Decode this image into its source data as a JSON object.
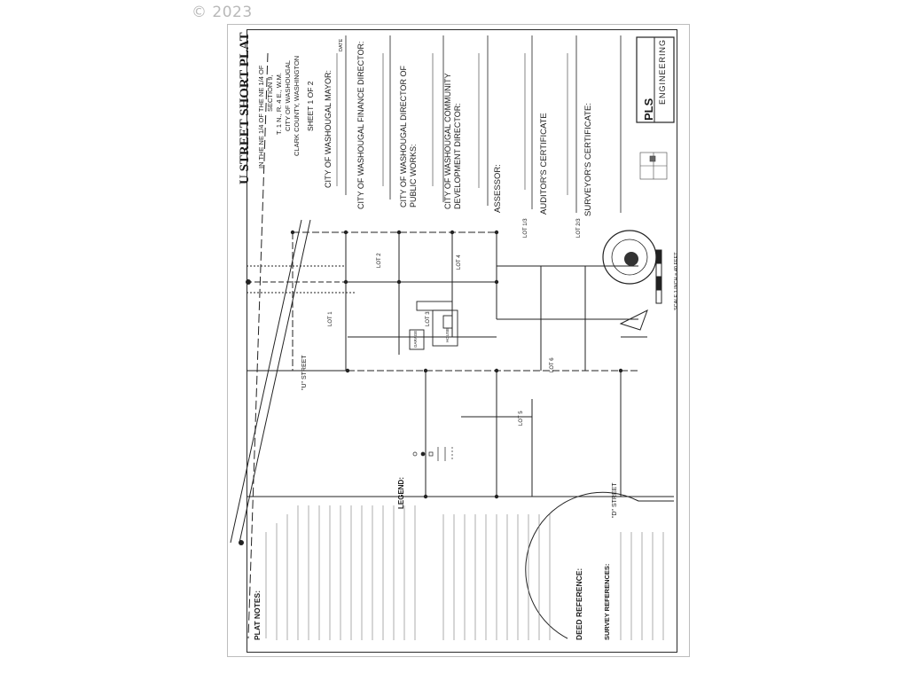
{
  "copyright": "© 2023",
  "title_block": {
    "title": "U STREET SHORT PLAT",
    "line1": "IN THE NE 1/4 OF THE NE 1/4 OF",
    "line2": "SECTION 9,",
    "line3": "T. 1 N., R. 4 E., W.M.",
    "line4": "CITY OF WASHOUGAL",
    "line5": "CLARK COUNTY, WASHINGTON",
    "line6": "SHEET 1 OF 2"
  },
  "approvals": {
    "mayor": "CITY OF WASHOUGAL MAYOR:",
    "finance": "CITY OF WASHOUGAL FINANCE DIRECTOR:",
    "public_works_a": "CITY OF WASHOUGAL DIRECTOR OF",
    "public_works_b": "PUBLIC WORKS:",
    "community_a": "CITY OF WASHOUGAL COMMUNITY",
    "community_b": "DEVELOPMENT DIRECTOR:",
    "assessor": "ASSESSOR:",
    "auditor": "AUDITOR'S CERTIFICATE",
    "surveyor": "SURVEYOR'S CERTIFICATE:",
    "date": "DATE"
  },
  "firm": {
    "pls": "PLS",
    "engineering": "ENGINEERING"
  },
  "plan": {
    "u_street": "\"U\" STREET",
    "d_street": "\"D\" STREET",
    "lot1": "LOT 1",
    "lot2": "LOT 2",
    "lot3": "LOT 3",
    "lot4": "LOT 4",
    "lot5": "LOT 5",
    "lot6": "LOT 6",
    "lot1_3": "LOT 1/3",
    "lot2_3": "LOT 2/3",
    "legend": "LEGEND:",
    "scale": "SCALE 1 INCH = 40 FEET",
    "garage": "GARAGE",
    "house": "HOUSE"
  },
  "notes": {
    "plat_notes": "PLAT NOTES:",
    "deed_reference": "DEED REFERENCE:",
    "survey_references": "SURVEY REFERENCES:"
  }
}
